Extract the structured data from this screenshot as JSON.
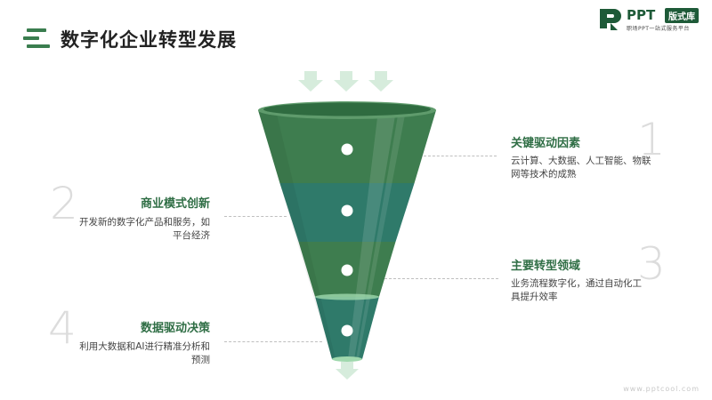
{
  "header": {
    "title": "数字化企业转型发展"
  },
  "logo": {
    "brand": "PPT",
    "badge": "版式库",
    "tagline": "职场PPT一站式服务平台"
  },
  "funnel": {
    "colors": {
      "band1": "#3e7d4f",
      "band2": "#2f7a6a",
      "band3": "#3e7d4f",
      "band4": "#2f7a6a",
      "arrow": "#d6ecdc",
      "dot": "#ffffff"
    }
  },
  "items": [
    {
      "number": "1",
      "title": "关键驱动因素",
      "desc": "云计算、大数据、人工智能、物联网等技术的成熟"
    },
    {
      "number": "2",
      "title": "商业模式创新",
      "desc": "开发新的数字化产品和服务，如平台经济"
    },
    {
      "number": "3",
      "title": "主要转型领域",
      "desc": "业务流程数字化，通过自动化工具提升效率"
    },
    {
      "number": "4",
      "title": "数据驱动决策",
      "desc": "利用大数据和AI进行精准分析和预测"
    }
  ],
  "footer": {
    "watermark": "www.pptcool.com"
  }
}
